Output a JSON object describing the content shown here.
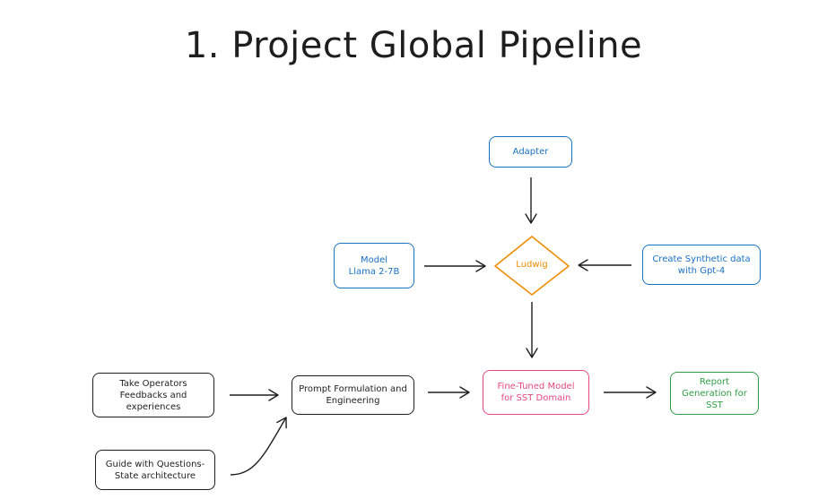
{
  "title": "1. Project Global Pipeline",
  "nodes": {
    "adapter": "Adapter",
    "model": "Model\nLlama 2-7B",
    "ludwig": "Ludwig",
    "synthetic": "Create Synthetic data\nwith Gpt-4",
    "operators": "Take Operators\nFeedbacks and\nexperiences",
    "guide": "Guide with Questions-\nState architecture",
    "prompt": "Prompt Formulation and\nEngineering",
    "finetuned": "Fine-Tuned Model\nfor SST Domain",
    "report": "Report\nGeneration for\nSST"
  },
  "colors": {
    "ink": "#1e1e1e",
    "blue": "#1971c2",
    "orange": "#f08c00",
    "pink": "#e64980",
    "green": "#2f9e44"
  }
}
